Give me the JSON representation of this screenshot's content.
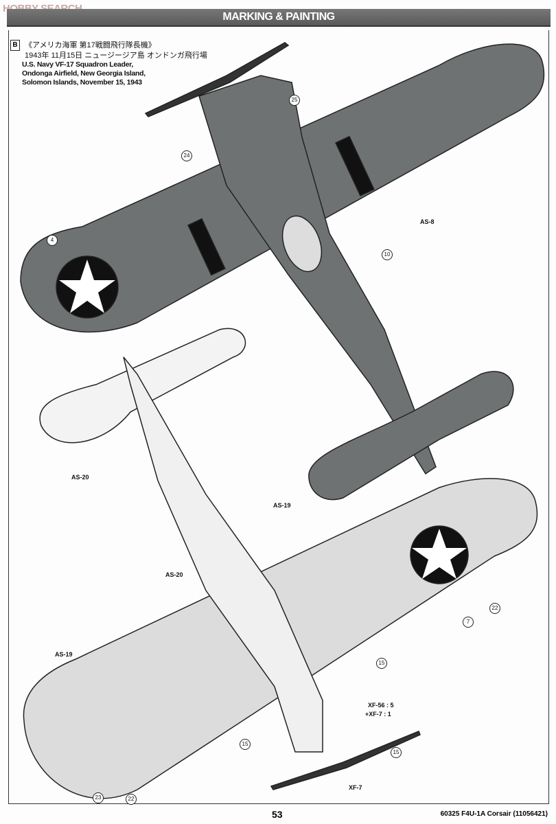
{
  "watermark": "HOBBY SEARCH",
  "header": {
    "title": "MARKING & PAINTING"
  },
  "marking": {
    "badge": "B",
    "jp_line1": "《アメリカ海軍 第17戦闘飛行隊長機》",
    "jp_line2": "1943年 11月15日 ニュージージア島 オンドンガ飛行場",
    "en_line1": "U.S. Navy VF-17 Squadron Leader,",
    "en_line2": "Ondonga Airfield, New Georgia Island,",
    "en_line3": "Solomon Islands, November 15, 1943"
  },
  "colors": {
    "upper": "#6f7272",
    "lower": "#e6e6e6",
    "insignia": "#111111"
  },
  "callouts": {
    "n25": "25",
    "n24": "24",
    "n4": "4",
    "n10": "10",
    "n7": "7",
    "n22a": "22",
    "n15a": "15",
    "n15b": "15",
    "n15c": "15",
    "n23": "23",
    "n22b": "22"
  },
  "paints": {
    "as8": "AS-8",
    "as20a": "AS-20",
    "as19a": "AS-19",
    "as20b": "AS-20",
    "as19b": "AS-19",
    "mix1": "XF-56 : 5",
    "mix2": "+XF-7 : 1",
    "xf7": "XF-7"
  },
  "footer": {
    "page": "53",
    "code": "60325  F4U-1A Corsair (11056421)"
  }
}
